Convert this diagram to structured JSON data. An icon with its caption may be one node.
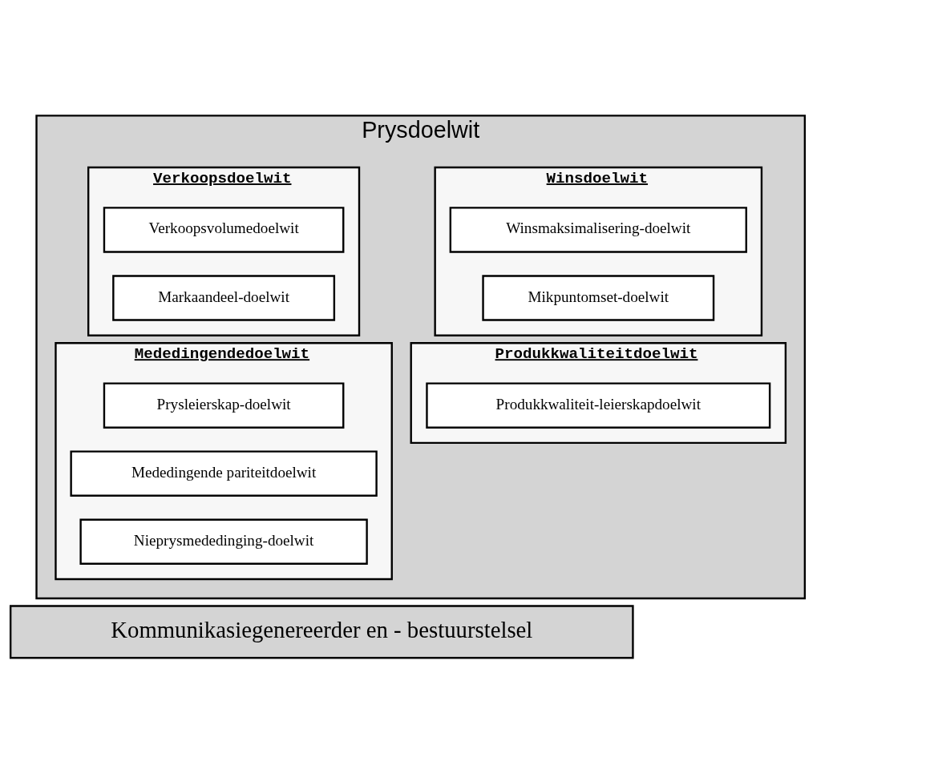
{
  "diagram": {
    "nodes": [
      {
        "text": [
          "Prysdoelwit"
        ]
      },
      {
        "text": [
          "Verkoopsdoelwit"
        ],
        "in": 0
      },
      {
        "text": [
          "Verkoopsvolumedoelwit"
        ],
        "in": 1
      },
      {
        "text": [
          "Markaandeel-doelwit"
        ],
        "in": 1
      },
      {
        "text": [
          "Winsdoelwit"
        ],
        "in": 0
      },
      {
        "text": [
          "Winsmaksimalisering-doelwit"
        ],
        "in": 4
      },
      {
        "text": [
          "Mikpuntomset-doelwit"
        ],
        "in": 4
      },
      {
        "text": [
          "Mededingendedoelwit"
        ],
        "in": 0
      },
      {
        "text": [
          "Prysleierskap-doelwit"
        ],
        "in": 7
      },
      {
        "text": [
          "Mededingende pariteitdoelwit"
        ],
        "in": 7
      },
      {
        "text": [
          "Nieprysmededinging-doelwit"
        ],
        "in": 7
      },
      {
        "text": [
          "Produkkwaliteitdoelwit"
        ],
        "in": 0
      },
      {
        "text": [
          "Produkkwaliteit-leierskapdoelwit"
        ],
        "in": 11
      },
      {
        "text": [
          "Kommunikasiegenereerder en - bestuurstelsel"
        ]
      }
    ]
  }
}
